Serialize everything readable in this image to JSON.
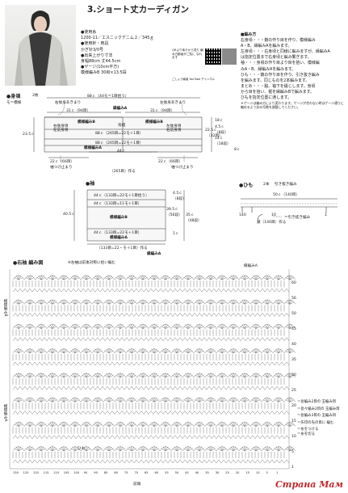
{
  "title": "3.ショート丈カーディガン",
  "info": {
    "yarn_label": "●使用糸",
    "yarn": "1200-11／エスニックデニム２／345ｇ",
    "needle_label": "●使用針・用具",
    "needle": "かぎ针3/0号",
    "size_label": "●出来上がり寸法",
    "size": "身幅88cm 丈44.5cm",
    "gauge_label": "●ゲージ(10cm平方)",
    "gauge": "模様編みB 30目×13.5段"
  },
  "qr": {
    "text": "QRより後ろから見た 編み方動画がご覧に なれます",
    "caption": "ごしょう編者 YouTube チャンネル"
  },
  "method": {
    "heading": "■編み方",
    "lines": [
      "右身頃・・・鎖の作り目を作り、模様編み",
      "A・B、縁編みAを編みます。",
      "左身頃・・・右身頃と同様に編みますが、縁編みA",
      "は指定位置まで右身頃と編み繋ぎます。",
      "袖・・・身頃の作り目より目を拾い、模様編",
      "みA・B、縁編みAを編みます。",
      "ひも・・・鎖の作り目を作り、引き抜き編み",
      "を編みます。同じものを2本編みます。",
      "まとめ・・・脇、袖下を綴じします。身頃",
      "から目を拾い、裾を縁編みBで編みます。",
      "ひもを指定位置に通します。"
    ],
    "note": "＊ゲージは編み方により変わります。ゲージが合わない時はゲージ通りに編めるよう針の号数を調整してください。"
  },
  "body_section": {
    "label": "●身頃",
    "count": "2枚",
    "pattern": "モ＝模様",
    "right_open": "右後身あきまり",
    "left_open": "左後身あきまり",
    "top_width": "88ｃ（44モ＝1目拾う）",
    "edge_a": "縁編みA",
    "left_top": "31ｃ（94目）",
    "right_top": "31ｃ（94目）",
    "pattern_b_right": "模様編みB",
    "pattern_b_left": "模様編みB",
    "right_body": "右後身頃\n左前身頃",
    "left_body": "左後身頃\n右前身頃",
    "back": "背縫",
    "mid_row1": "88ｃ（265目=22モ＋1目）",
    "mid_row2": "88ｃ（265目=22モ＋1目）",
    "left_h": "23.5ｃ",
    "right_h1": "18ｃ",
    "right_h2": "22.5ｃ",
    "right_h2b": "（32目）",
    "right_h3": "4.5ｃ",
    "right_h3b": "（8段）",
    "right_h4": "14ｃ",
    "right_h4b": "（18段）",
    "right_h5": "8ｃ",
    "bottom_mid": "44ｃ",
    "bottom_left": "22ｃ（66目）",
    "bottom_right": "22ｃ（66目）",
    "bottom_total": "（265目）作る",
    "sleeve_left_note": "袖つけ止まり",
    "sleeve_right_note": "袖つけ止まり",
    "a_pattern": "模様編みA"
  },
  "sleeve": {
    "label": "●袖",
    "r1": "44ｃ（133目=22モ＋1目拾う）",
    "r2": "44ｃ（133目=11モ＋1目）",
    "r3": "44ｃ（133目=22モ＋1目）",
    "pattern_b": "模様編みB",
    "pattern_a": "模様編みA",
    "left_h": "40.5ｃ",
    "right_1": "4.5ｃ",
    "right_2": "（8段）",
    "right_3": "39.5ｃ",
    "right_4": "（56段）",
    "right_5": "35ｃ",
    "right_6": "（48段）",
    "right_7": "1ｃ",
    "bottom": "（133目=22・モ＋1目）作る",
    "edge": "縁編みA"
  },
  "himo": {
    "label": "●ひも",
    "count": "2本",
    "type": "引き抜き編み",
    "width": "50ｃ（140目）",
    "start": "140",
    "mid": "10",
    "end": "1",
    "chain": "鎖（140目）作る",
    "legend": "＝引き抜き編み"
  },
  "chart": {
    "label": "●右袖 編み図",
    "note": "※左袖は前後対称に拾い編む",
    "edge_a": "縁編みA",
    "pattern_b": "模様編みB",
    "pattern_a": "模様編みA",
    "himo": "ひも",
    "row_nums": [
      "60",
      "56",
      "50",
      "45",
      "40",
      "35",
      "30",
      "25",
      "20",
      "15",
      "10",
      "5",
      "1"
    ],
    "bottom_nums": [
      "130",
      "125",
      "120",
      "115",
      "110",
      "105",
      "100",
      "95",
      "90",
      "85",
      "80",
      "75",
      "70",
      "65",
      "60",
      "55",
      "50",
      "45",
      "40",
      "35",
      "30",
      "25",
      "20",
      "15",
      "10",
      "5",
      "1"
    ],
    "bottom_label": "前端",
    "legend1": "＝長編み2目の 玉編み目",
    "legend2": "＝長々編み2目の 玉編み目",
    "legend3": "＝長編み3目の 玉編み目",
    "legend4": "＝矢印の先の目に 編む",
    "legend5": "＝糸をつける",
    "legend6": "＝糸を切る"
  },
  "watermark": "Страна Мам"
}
